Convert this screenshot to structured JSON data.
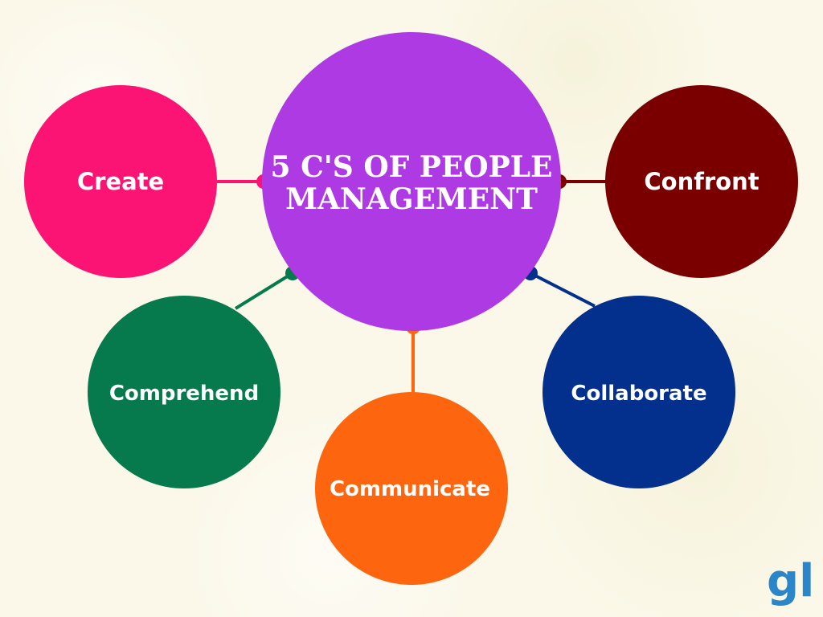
{
  "center": {
    "line1": "5 C'S OF PEOPLE",
    "line2": "MANAGEMENT",
    "color": "#ad3ae2"
  },
  "nodes": [
    {
      "id": "create",
      "label": "Create",
      "color": "#fb1473"
    },
    {
      "id": "confront",
      "label": "Confront",
      "color": "#7a0000"
    },
    {
      "id": "comprehend",
      "label": "Comprehend",
      "color": "#067a4c"
    },
    {
      "id": "communicate",
      "label": "Communicate",
      "color": "#fd650f"
    },
    {
      "id": "collaborate",
      "label": "Collaborate",
      "color": "#03308c"
    }
  ],
  "logo": {
    "text": "gl",
    "color": "#2a86c9"
  }
}
